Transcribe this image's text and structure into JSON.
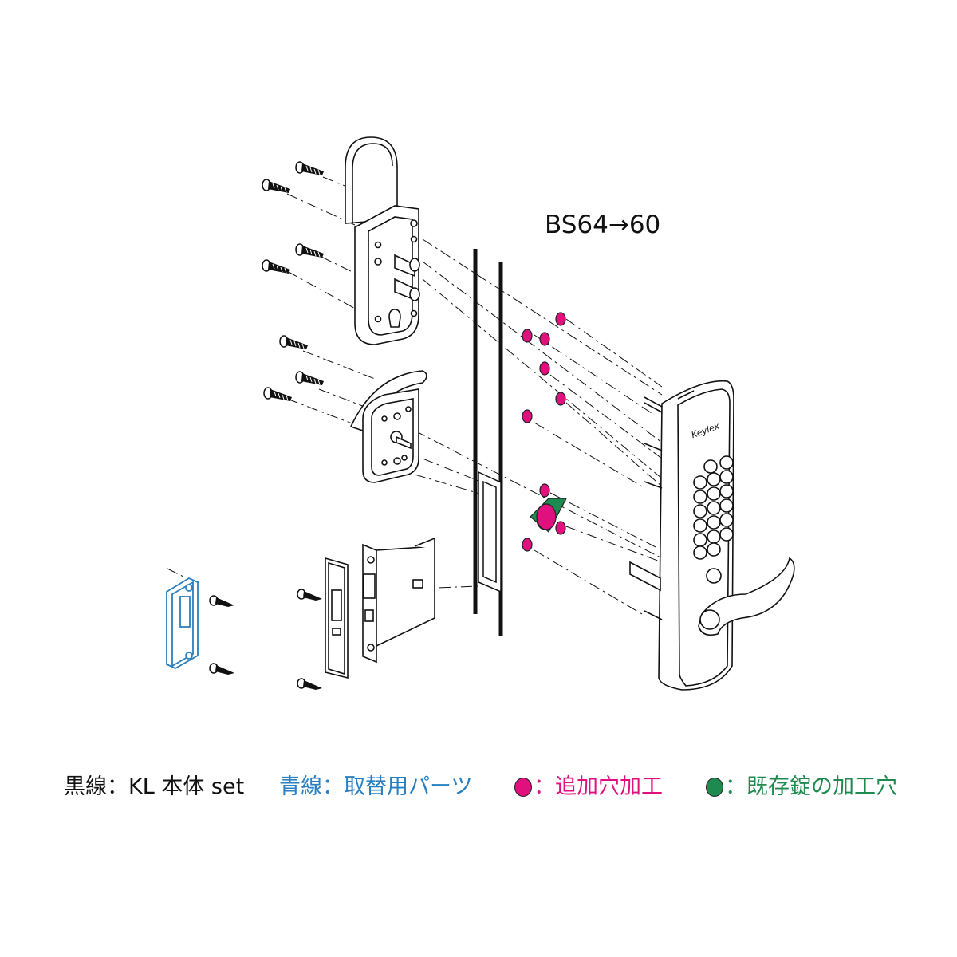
{
  "dimension_label": "BS64→60",
  "legend": {
    "black_line": "黒線：KL 本体 set",
    "blue_line": "青線：取替用パーツ",
    "magenta_dot_text": "：追加穴加工",
    "green_dot_text": "：既存錠の加工穴"
  },
  "colors": {
    "black_line": "#111111",
    "blue_line": "#2a7fc0",
    "magenta": "#e0117f",
    "green": "#1f8a50"
  }
}
